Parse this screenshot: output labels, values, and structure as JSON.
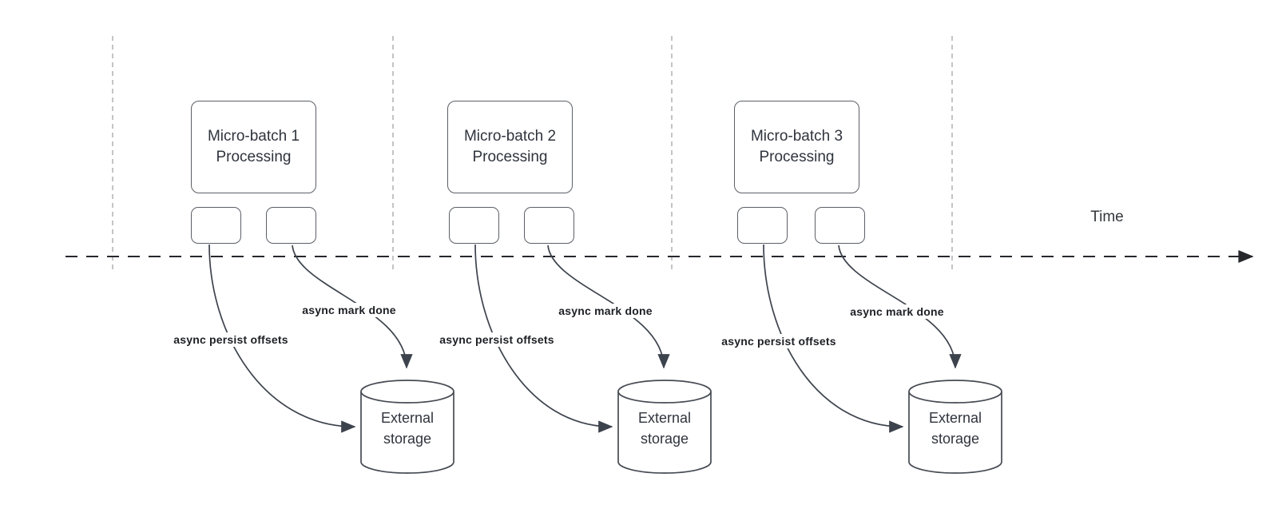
{
  "diagram": {
    "time_axis_label": "Time",
    "groups": [
      {
        "title": "Micro-batch 1\nProcessing",
        "persist_label": "async persist offsets",
        "done_label": "async mark done",
        "storage_label": "External\nstorage"
      },
      {
        "title": "Micro-batch 2\nProcessing",
        "persist_label": "async persist offsets",
        "done_label": "async mark done",
        "storage_label": "External\nstorage"
      },
      {
        "title": "Micro-batch 3\nProcessing",
        "persist_label": "async persist offsets",
        "done_label": "async mark done",
        "storage_label": "External\nstorage"
      }
    ],
    "colors": {
      "shape_stroke": "#5b5f66",
      "cylinder_stroke": "#464b53",
      "connector": "#3d434d",
      "time_axis": "#26282c",
      "gridline": "#b5b5b5",
      "node_text": "#2f343d",
      "label_text": "#1c1f24"
    }
  }
}
